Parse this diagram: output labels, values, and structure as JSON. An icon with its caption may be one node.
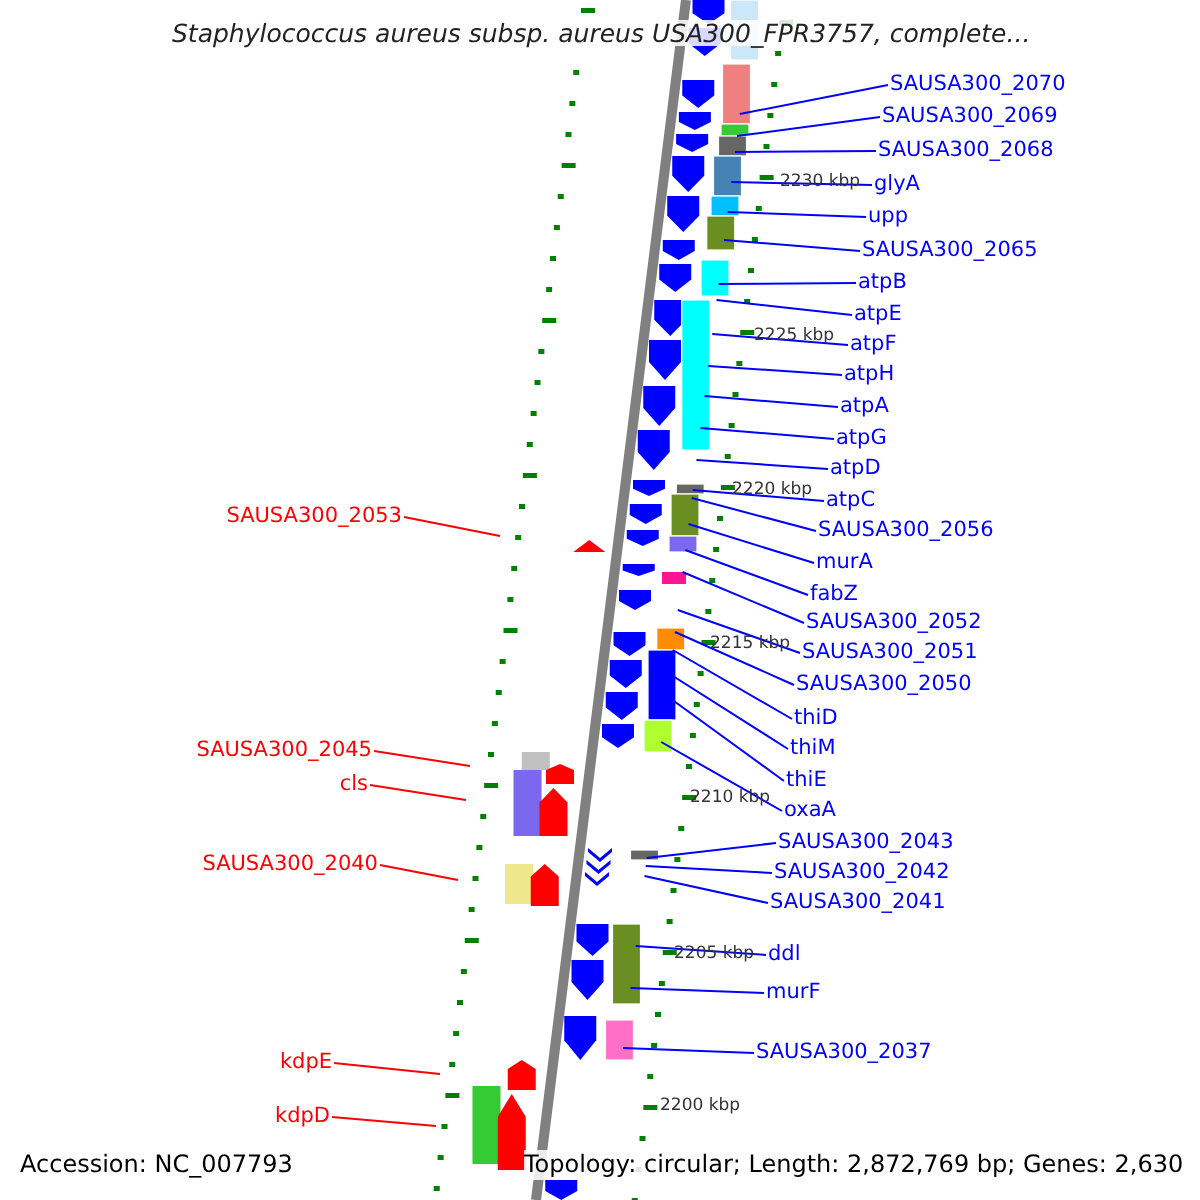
{
  "diagram": {
    "title": "Staphylococcus aureus subsp. aureus USA300_FPR3757, complete...",
    "nodes": [
      {
        "text": [
          "SAUSA300_2070"
        ]
      },
      {
        "text": [
          "SAUSA300_2069"
        ]
      },
      {
        "text": [
          "SAUSA300_2068"
        ]
      },
      {
        "text": [
          "glyA"
        ]
      },
      {
        "text": [
          "upp"
        ]
      },
      {
        "text": [
          "SAUSA300_2065"
        ]
      },
      {
        "text": [
          "atpB"
        ]
      },
      {
        "text": [
          "atpE"
        ]
      },
      {
        "text": [
          "atpF"
        ]
      },
      {
        "text": [
          "atpH"
        ]
      },
      {
        "text": [
          "atpA"
        ]
      },
      {
        "text": [
          "atpG"
        ]
      },
      {
        "text": [
          "atpD"
        ]
      },
      {
        "text": [
          "atpC"
        ]
      },
      {
        "text": [
          "SAUSA300_2053"
        ]
      },
      {
        "text": [
          "SAUSA300_2056"
        ]
      },
      {
        "text": [
          "murA"
        ]
      },
      {
        "text": [
          "fabZ"
        ]
      },
      {
        "text": [
          "SAUSA300_2052"
        ]
      },
      {
        "text": [
          "SAUSA300_2051"
        ]
      },
      {
        "text": [
          "SAUSA300_2050"
        ]
      },
      {
        "text": [
          "thiD"
        ]
      },
      {
        "text": [
          "thiM"
        ]
      },
      {
        "text": [
          "SAUSA300_2045"
        ]
      },
      {
        "text": [
          "thiE"
        ]
      },
      {
        "text": [
          "cls"
        ]
      },
      {
        "text": [
          "oxaA"
        ]
      },
      {
        "text": [
          "SAUSA300_2043"
        ]
      },
      {
        "text": [
          "SAUSA300_2040"
        ]
      },
      {
        "text": [
          "SAUSA300_2042"
        ]
      },
      {
        "text": [
          "SAUSA300_2041"
        ]
      },
      {
        "text": [
          "ddl"
        ]
      },
      {
        "text": [
          "murF"
        ]
      },
      {
        "text": [
          "SAUSA300_2037"
        ]
      },
      {
        "text": [
          "kdpE"
        ]
      },
      {
        "text": [
          "kdpD"
        ]
      }
    ],
    "edges": [
      {
        "from": 0,
        "to": null,
        "arrow": "none"
      },
      {
        "from": 1,
        "to": null,
        "arrow": "none"
      },
      {
        "from": 2,
        "to": null,
        "arrow": "none"
      },
      {
        "from": 3,
        "to": null,
        "arrow": "none"
      },
      {
        "from": 4,
        "to": null,
        "arrow": "none"
      },
      {
        "from": 5,
        "to": null,
        "arrow": "none"
      },
      {
        "from": 6,
        "to": null,
        "arrow": "none"
      },
      {
        "from": 7,
        "to": null,
        "arrow": "none"
      },
      {
        "from": 8,
        "to": null,
        "arrow": "none"
      },
      {
        "from": 9,
        "to": null,
        "arrow": "none"
      },
      {
        "from": 10,
        "to": null,
        "arrow": "none"
      },
      {
        "from": 11,
        "to": null,
        "arrow": "none"
      },
      {
        "from": 12,
        "to": null,
        "arrow": "none"
      },
      {
        "from": 13,
        "to": null,
        "arrow": "none"
      },
      {
        "from": 14,
        "to": null,
        "arrow": "none",
        "color": "#ff0000"
      },
      {
        "from": 15,
        "to": null,
        "arrow": "none"
      },
      {
        "from": 16,
        "to": null,
        "arrow": "none"
      },
      {
        "from": 17,
        "to": null,
        "arrow": "none"
      },
      {
        "from": 18,
        "to": null,
        "arrow": "none"
      },
      {
        "from": 19,
        "to": null,
        "arrow": "none"
      },
      {
        "from": 20,
        "to": null,
        "arrow": "none"
      },
      {
        "from": 21,
        "to": null,
        "arrow": "none"
      },
      {
        "from": 22,
        "to": null,
        "arrow": "none"
      },
      {
        "from": 23,
        "to": null,
        "arrow": "none",
        "color": "#ff0000"
      },
      {
        "from": 24,
        "to": null,
        "arrow": "none"
      },
      {
        "from": 25,
        "to": null,
        "arrow": "none",
        "color": "#ff0000"
      },
      {
        "from": 26,
        "to": null,
        "arrow": "none"
      },
      {
        "from": 27,
        "to": null,
        "arrow": "none"
      },
      {
        "from": 28,
        "to": null,
        "arrow": "none",
        "color": "#ff0000"
      },
      {
        "from": 29,
        "to": null,
        "arrow": "none"
      },
      {
        "from": 30,
        "to": null,
        "arrow": "none"
      },
      {
        "from": 31,
        "to": null,
        "arrow": "none"
      },
      {
        "from": 32,
        "to": null,
        "arrow": "none"
      },
      {
        "from": 33,
        "to": null,
        "arrow": "none"
      },
      {
        "from": 34,
        "to": null,
        "arrow": "none",
        "color": "#ff0000"
      },
      {
        "from": 35,
        "to": null,
        "arrow": "none",
        "color": "#ff0000"
      }
    ],
    "labels": [
      "2230 kbp",
      "2225 kbp",
      "2220 kbp",
      "2215 kbp",
      "2210 kbp",
      "2205 kbp",
      "2200 kbp",
      "Accession: NC_007793",
      "Topology: circular; Length: 2,872,769 bp; Genes: 2,630"
    ]
  }
}
